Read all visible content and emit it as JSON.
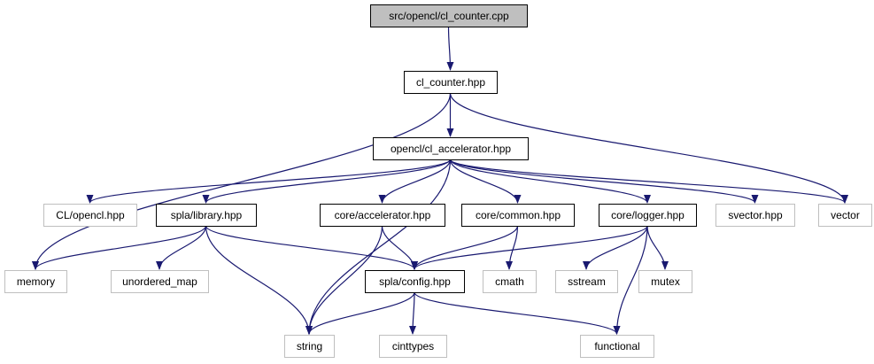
{
  "colors": {
    "edge": "#191970",
    "root_fill": "#bfbfbf",
    "documented_border": "#000000",
    "external_border": "#bfbfbf",
    "box_fill": "#ffffff"
  },
  "nodes": [
    {
      "id": "root",
      "label": "src/opencl/cl_counter.cpp",
      "kind": "root"
    },
    {
      "id": "cl_counter",
      "label": "cl_counter.hpp",
      "kind": "documented"
    },
    {
      "id": "cl_accel",
      "label": "opencl/cl_accelerator.hpp",
      "kind": "documented"
    },
    {
      "id": "clopencl",
      "label": "CL/opencl.hpp",
      "kind": "external"
    },
    {
      "id": "library",
      "label": "spla/library.hpp",
      "kind": "documented"
    },
    {
      "id": "core_accel",
      "label": "core/accelerator.hpp",
      "kind": "documented"
    },
    {
      "id": "core_common",
      "label": "core/common.hpp",
      "kind": "documented"
    },
    {
      "id": "core_logger",
      "label": "core/logger.hpp",
      "kind": "documented"
    },
    {
      "id": "svector",
      "label": "svector.hpp",
      "kind": "external"
    },
    {
      "id": "vector",
      "label": "vector",
      "kind": "external"
    },
    {
      "id": "memory",
      "label": "memory",
      "kind": "external"
    },
    {
      "id": "unordered_map",
      "label": "unordered_map",
      "kind": "external"
    },
    {
      "id": "config",
      "label": "spla/config.hpp",
      "kind": "documented"
    },
    {
      "id": "cmath",
      "label": "cmath",
      "kind": "external"
    },
    {
      "id": "sstream",
      "label": "sstream",
      "kind": "external"
    },
    {
      "id": "mutex",
      "label": "mutex",
      "kind": "external"
    },
    {
      "id": "string",
      "label": "string",
      "kind": "external"
    },
    {
      "id": "cinttypes",
      "label": "cinttypes",
      "kind": "external"
    },
    {
      "id": "functional",
      "label": "functional",
      "kind": "external"
    }
  ],
  "edges": [
    [
      "root",
      "cl_counter"
    ],
    [
      "cl_counter",
      "cl_accel"
    ],
    [
      "cl_counter",
      "memory"
    ],
    [
      "cl_counter",
      "vector"
    ],
    [
      "cl_accel",
      "clopencl"
    ],
    [
      "cl_accel",
      "library"
    ],
    [
      "cl_accel",
      "core_accel"
    ],
    [
      "cl_accel",
      "core_common"
    ],
    [
      "cl_accel",
      "core_logger"
    ],
    [
      "cl_accel",
      "svector"
    ],
    [
      "cl_accel",
      "vector"
    ],
    [
      "cl_accel",
      "string"
    ],
    [
      "library",
      "memory"
    ],
    [
      "library",
      "unordered_map"
    ],
    [
      "library",
      "config"
    ],
    [
      "library",
      "string"
    ],
    [
      "core_accel",
      "config"
    ],
    [
      "core_accel",
      "string"
    ],
    [
      "core_common",
      "config"
    ],
    [
      "core_common",
      "cmath"
    ],
    [
      "core_logger",
      "config"
    ],
    [
      "core_logger",
      "sstream"
    ],
    [
      "core_logger",
      "mutex"
    ],
    [
      "core_logger",
      "functional"
    ],
    [
      "config",
      "string"
    ],
    [
      "config",
      "cinttypes"
    ],
    [
      "config",
      "functional"
    ]
  ]
}
